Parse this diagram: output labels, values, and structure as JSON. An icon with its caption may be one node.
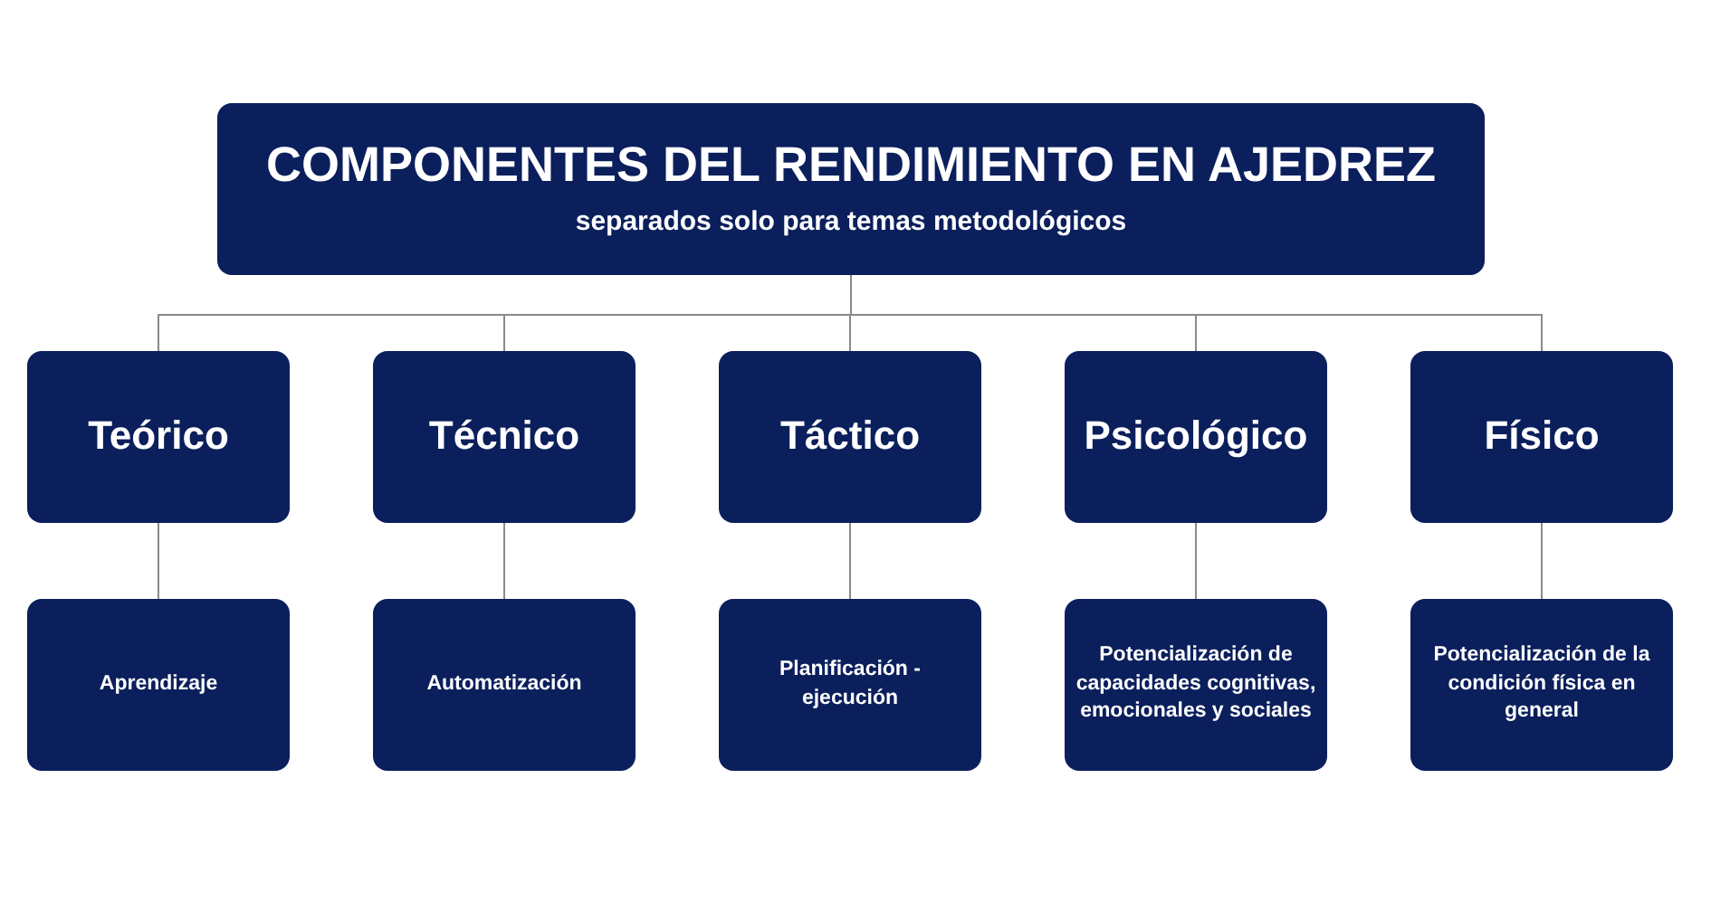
{
  "diagram": {
    "nodes": [
      {
        "text": [
          "COMPONENTES DEL RENDIMIENTO EN AJEDREZ",
          "separados solo para temas metodológicos"
        ]
      },
      {
        "text": [
          "Teórico"
        ]
      },
      {
        "text": [
          "Técnico"
        ]
      },
      {
        "text": [
          "Táctico"
        ]
      },
      {
        "text": [
          "Psicológico"
        ]
      },
      {
        "text": [
          "Físico"
        ]
      },
      {
        "text": [
          "Aprendizaje"
        ]
      },
      {
        "text": [
          "Automatización"
        ]
      },
      {
        "text": [
          "Planificación - ejecución"
        ]
      },
      {
        "text": [
          "Potencialización de capacidades cognitivas, emocionales y sociales"
        ]
      },
      {
        "text": [
          "Potencialización de la condición física en general"
        ]
      }
    ],
    "edges": [
      {
        "from": 0,
        "to": 1,
        "arrow": "none"
      },
      {
        "from": 0,
        "to": 2,
        "arrow": "none"
      },
      {
        "from": 0,
        "to": 3,
        "arrow": "none"
      },
      {
        "from": 0,
        "to": 4,
        "arrow": "none"
      },
      {
        "from": 0,
        "to": 5,
        "arrow": "none"
      },
      {
        "from": 1,
        "to": 6,
        "arrow": "none"
      },
      {
        "from": 2,
        "to": 7,
        "arrow": "none"
      },
      {
        "from": 3,
        "to": 8,
        "arrow": "none"
      },
      {
        "from": 4,
        "to": 9,
        "arrow": "none"
      },
      {
        "from": 5,
        "to": 10,
        "arrow": "none"
      }
    ]
  }
}
